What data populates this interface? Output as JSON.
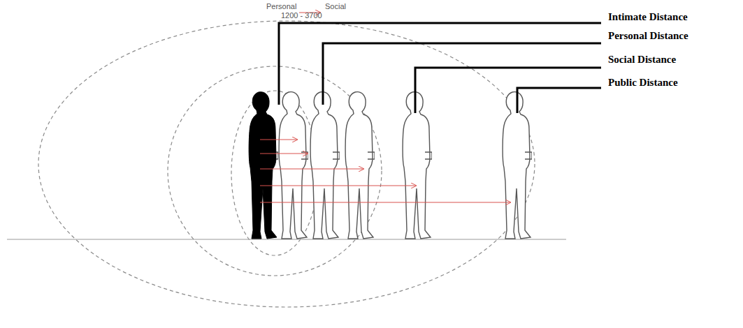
{
  "diagram": {
    "labels": [
      "Intimate Distance",
      "Personal Distance",
      "Social Distance",
      "Public Distance",
      "Personal",
      "Social",
      "1200 - 3700"
    ]
  }
}
